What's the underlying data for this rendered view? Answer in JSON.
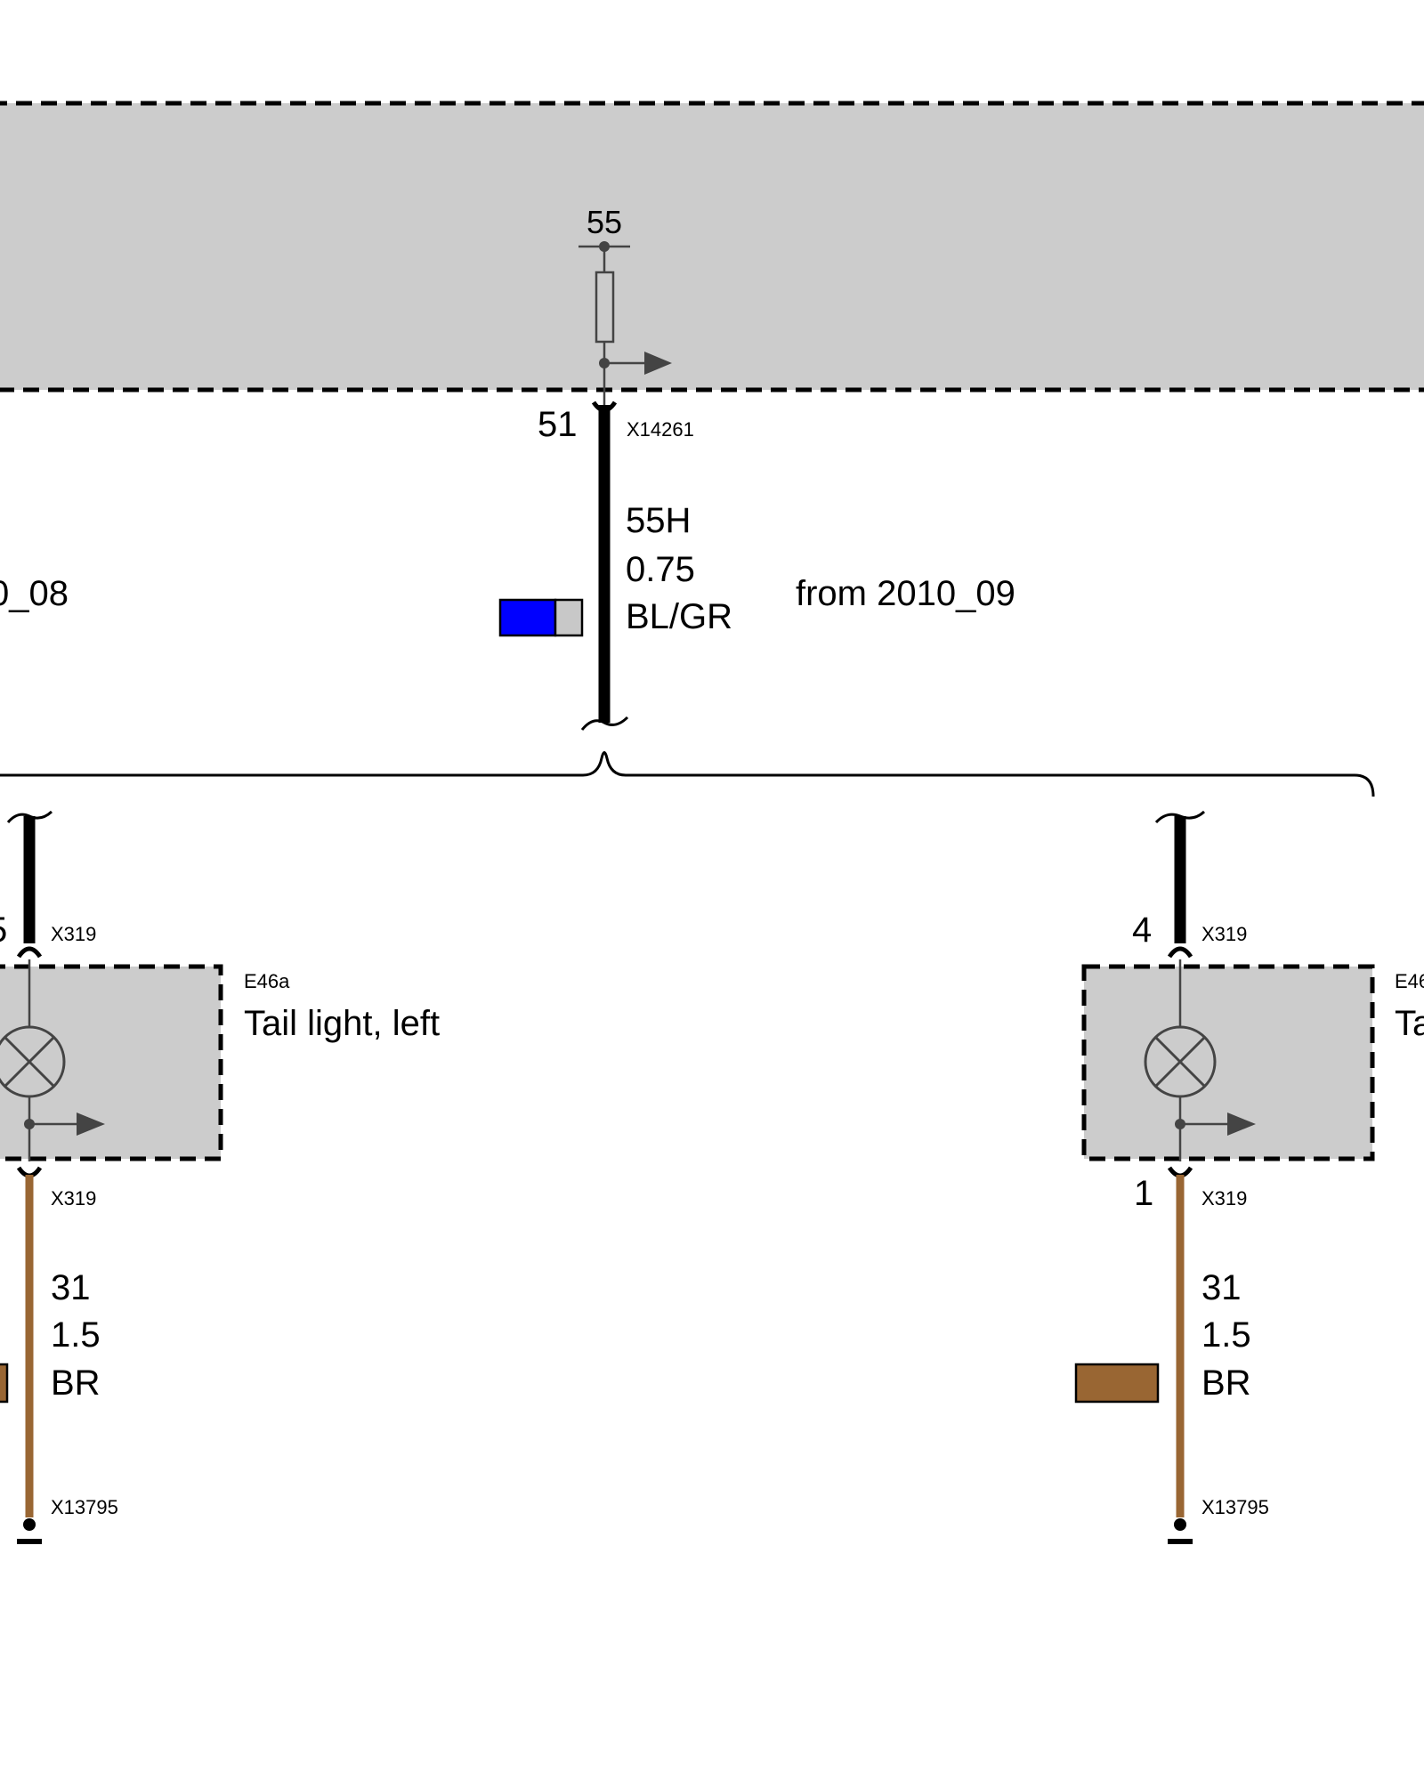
{
  "colors": {
    "module_fill": "#cccccc",
    "wire_black": "#000000",
    "wire_brown": "#996633",
    "swatch_blue": "#0000ff",
    "swatch_gray": "#c8c8c8",
    "symbol_gray": "#444444"
  },
  "control_unit": {
    "pin_top_label": "55",
    "pin_number": "51",
    "connector": "X14261"
  },
  "main_wire": {
    "signal": "55H",
    "cross_section": "0.75",
    "color_code": "BL/GR",
    "swatch_colors": [
      "blue",
      "gray"
    ]
  },
  "variant_labels": {
    "left_partial": "0_08",
    "right": "from 2010_09"
  },
  "tail_light_left": {
    "code": "E46a",
    "name": "Tail light, left",
    "top_pin_partial": "5",
    "top_connector": "X319",
    "bottom_connector": "X319",
    "ground_wire": {
      "signal": "31",
      "cross_section": "1.5",
      "color_code": "BR"
    },
    "ground_point": "X13795",
    "icons": [
      "lamp-icon",
      "arrow-right-icon"
    ]
  },
  "tail_light_right": {
    "code_partial": "E46",
    "name_partial": "Ta",
    "top_pin": "4",
    "top_connector": "X319",
    "bottom_pin": "1",
    "bottom_connector": "X319",
    "ground_wire": {
      "signal": "31",
      "cross_section": "1.5",
      "color_code": "BR"
    },
    "ground_point": "X13795",
    "icons": [
      "lamp-icon",
      "arrow-right-icon"
    ]
  }
}
